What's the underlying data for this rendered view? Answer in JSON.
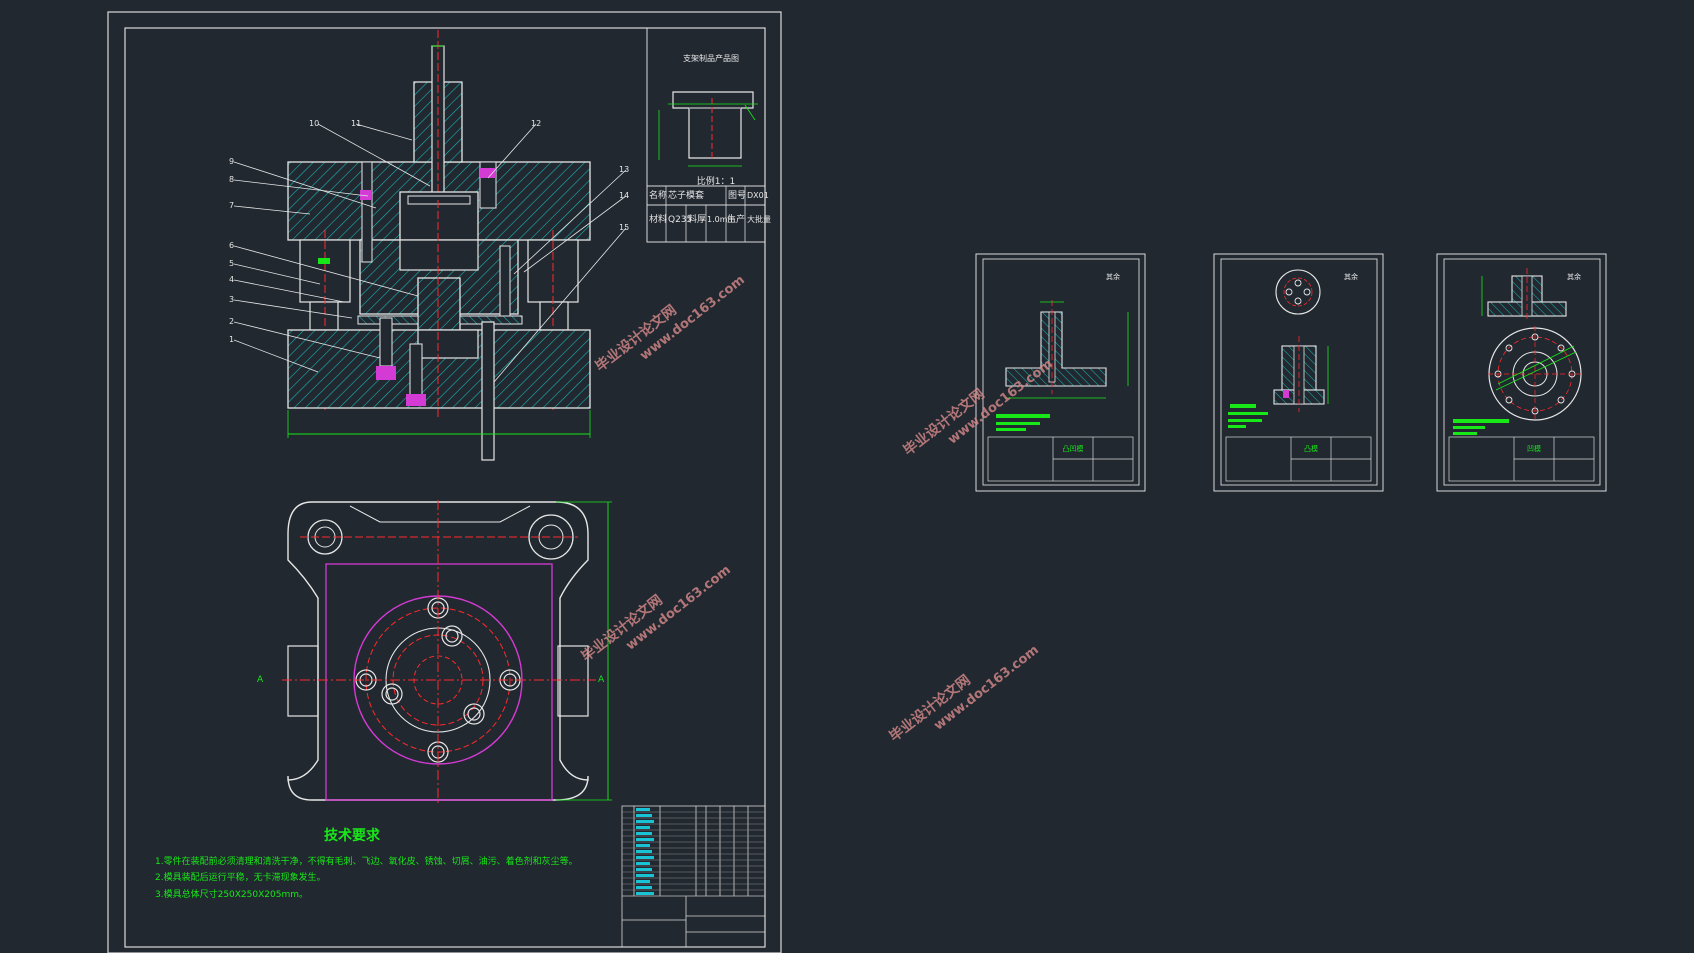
{
  "tech_req": {
    "title": "技术要求",
    "items": [
      "1.零件在装配前必须清理和清洗干净，不得有毛刺、飞边、氧化皮、锈蚀、切屑、油污、着色剂和灰尘等。",
      "2.模具装配后运行平稳，无卡滞现象发生。",
      "3.模具总体尺寸250X250X205mm。"
    ]
  },
  "product_box": {
    "title": "支架制品产品图",
    "ratio": "比例1：1",
    "row1": [
      "名称",
      "芯子模套",
      "图号",
      "DX01"
    ],
    "row2": [
      "材料",
      "Q235",
      "料厚",
      "1.0mm",
      "生产",
      "大批量"
    ]
  },
  "callouts": [
    "1",
    "2",
    "3",
    "4",
    "5",
    "6",
    "7",
    "8",
    "9",
    "10",
    "11",
    "12",
    "13",
    "14",
    "15"
  ],
  "watermarks": [
    {
      "line1": "毕业设计论文网",
      "line2": "www.doc163.com"
    },
    {
      "line1": "毕业设计论文网",
      "line2": "www.doc163.com"
    },
    {
      "line1": "毕业设计论文网",
      "line2": "www.doc163.com"
    },
    {
      "line1": "毕业设计论文网",
      "line2": "www.doc163.com"
    }
  ],
  "sheets": [
    {
      "name": "凸凹模",
      "surface": "其余"
    },
    {
      "name": "凸模",
      "surface": "其余"
    },
    {
      "name": "凹模",
      "surface": "其余"
    }
  ],
  "colors": {
    "background": "#212830",
    "frame": "#d9d9d9",
    "outline": "#e6e6e6",
    "hatch": "#19b3b3",
    "center": "#ff2a2a",
    "dimension": "#18e818",
    "magenta": "#d43ad4"
  }
}
